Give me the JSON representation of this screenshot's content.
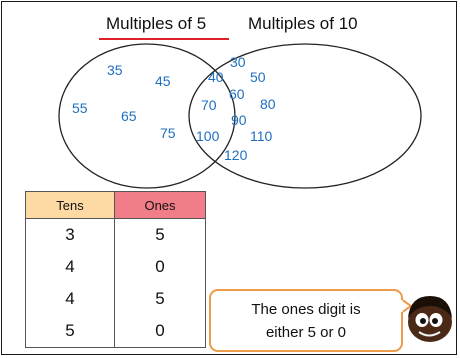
{
  "venn": {
    "left_label": "Multiples of 5",
    "right_label": "Multiples of 10",
    "left_only": [
      "35",
      "45",
      "55",
      "65",
      "75"
    ],
    "intersection": [
      "30",
      "40",
      "50",
      "60",
      "70",
      "80",
      "90",
      "100",
      "110",
      "120"
    ],
    "number_color": "#1f6fc0",
    "underline_color": "#e0202a"
  },
  "table": {
    "headers": [
      "Tens",
      "Ones"
    ],
    "header_colors": [
      "#fdd9a3",
      "#f17d88"
    ],
    "rows": [
      [
        "3",
        "5"
      ],
      [
        "4",
        "0"
      ],
      [
        "4",
        "5"
      ],
      [
        "5",
        "0"
      ]
    ]
  },
  "speech_bubble": {
    "line1": "The ones digit is",
    "line2": "either 5 or 0",
    "border_color": "#ec9a4c"
  }
}
